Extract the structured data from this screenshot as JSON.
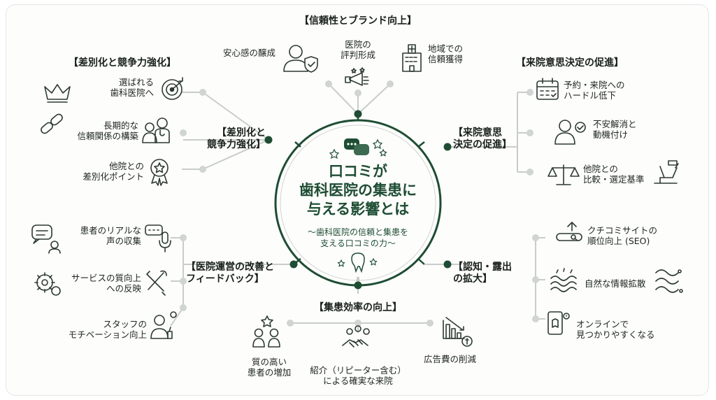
{
  "center": {
    "title_lines": [
      "口コミが",
      "歯科医院の集患に",
      "与える影響とは"
    ],
    "subtitle_lines": [
      "〜歯科医院の信頼と集患を",
      "支える口コミの力〜"
    ]
  },
  "sections": {
    "trust": {
      "header": "【信頼性とブランド向上】",
      "items": [
        "安心感の醸成",
        "医院の\n評判形成",
        "地域での\n信頼獲得"
      ]
    },
    "diff": {
      "header": "【差別化と競争力強化】",
      "inner_label": "【差別化と\n競争力強化】",
      "items": [
        "選ばれる\n歯科医院へ",
        "長期的な\n信頼関係の構築",
        "他院との\n差別化ポイント"
      ]
    },
    "visit": {
      "header": "【来院意思決定の促進】",
      "inner_label": "【来院意思\n決定の促進】",
      "items": [
        "予約・来院への\nハードル低下",
        "不安解消と\n動機付け",
        "他院との\n比較・選定基準"
      ]
    },
    "operation": {
      "inner_label": "【医院運営の改善と\nフィードバック】",
      "items": [
        "患者のリアルな\n声の収集",
        "サービスの質向上\nへの反映",
        "スタッフの\nモチベーション向上"
      ]
    },
    "awareness": {
      "inner_label": "【認知・露出\nの拡大】",
      "items": [
        "クチコミサイトの\n順位向上 (SEO)",
        "自然な情報拡散",
        "オンラインで\n見つかりやすくなる"
      ]
    },
    "efficiency": {
      "header": "【集患効率の向上】",
      "items": [
        "質の高い\n患者の増加",
        "紹介（リピーター含む）\nによる確実な来院",
        "広告費の削減"
      ]
    }
  },
  "colors": {
    "primary": "#1e4d33",
    "line": "#c8cdca",
    "node": "#d0d4d2"
  }
}
